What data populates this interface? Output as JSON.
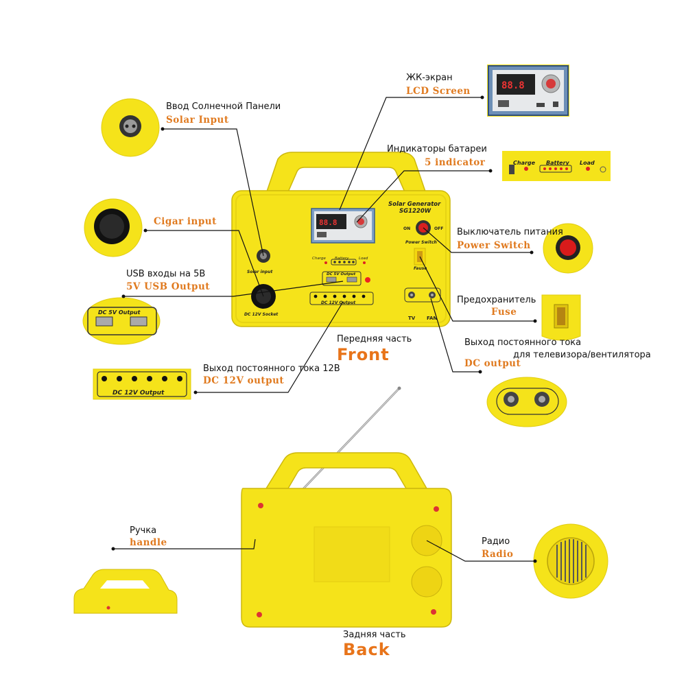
{
  "colors": {
    "body": "#f5e31a",
    "body_dark": "#d9c40f",
    "label_orange": "#e07a1f",
    "leader": "#111111"
  },
  "callouts": {
    "solar_input": {
      "ru": "Ввод Солнечной Панели",
      "en": "Solar Input"
    },
    "lcd_screen": {
      "ru": "ЖК-экран",
      "en": "LCD Screen"
    },
    "battery_indicator": {
      "ru": "Индикаторы батареи",
      "en": "5 indicator"
    },
    "cigar_input": {
      "en": "Cigar input"
    },
    "power_switch": {
      "ru": "Выключатель питания",
      "en": "Power Switch"
    },
    "usb_output": {
      "ru": "USB  входы на 5В",
      "en": "5V USB Output"
    },
    "fuse": {
      "ru": "Предохранитель",
      "en": "Fuse"
    },
    "dc_output_tv": {
      "ru_line1": "Выход постоянного тока",
      "ru_line2": "для телевизора/вентилятора",
      "en": "DC output"
    },
    "dc12_output": {
      "ru": "Выход постоянного тока 12В",
      "en": "DC 12V output"
    },
    "handle": {
      "ru": "Ручка",
      "en": "handle"
    },
    "radio": {
      "ru": "Радио",
      "en": "Radio"
    }
  },
  "views": {
    "front": {
      "ru": "Передняя часть",
      "en": "Front"
    },
    "back": {
      "ru": "Задняя часть",
      "en": "Back"
    }
  },
  "device_labels": {
    "brand": "Solar Generator",
    "model": "SG1220W",
    "on": "ON",
    "off": "OFF",
    "power_switch": "Power Switch",
    "fuse": "Fause",
    "solar_input": "Solar input",
    "dc12_socket": "DC 12V Socket",
    "dc5_output": "DC 5V Output",
    "dc12_output": "DC 12V Output",
    "charge": "Charge",
    "battery": "Battery",
    "load": "Load",
    "tv": "TV",
    "fan": "FAN"
  }
}
